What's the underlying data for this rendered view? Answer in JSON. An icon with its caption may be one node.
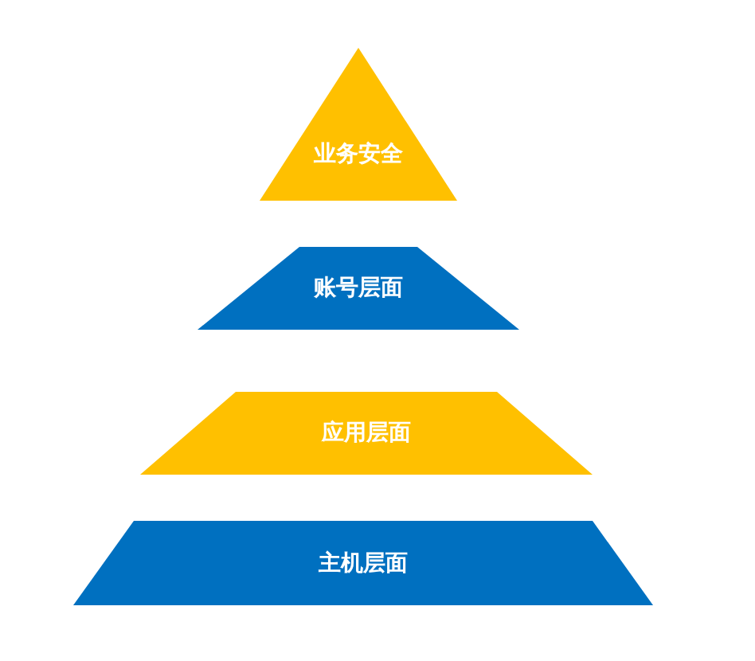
{
  "diagram": {
    "nodes": [
      {
        "text": [
          "业务安全"
        ]
      },
      {
        "text": [
          "账号层面"
        ]
      },
      {
        "text": [
          "应用层面"
        ]
      },
      {
        "text": [
          "主机层面"
        ]
      }
    ]
  }
}
